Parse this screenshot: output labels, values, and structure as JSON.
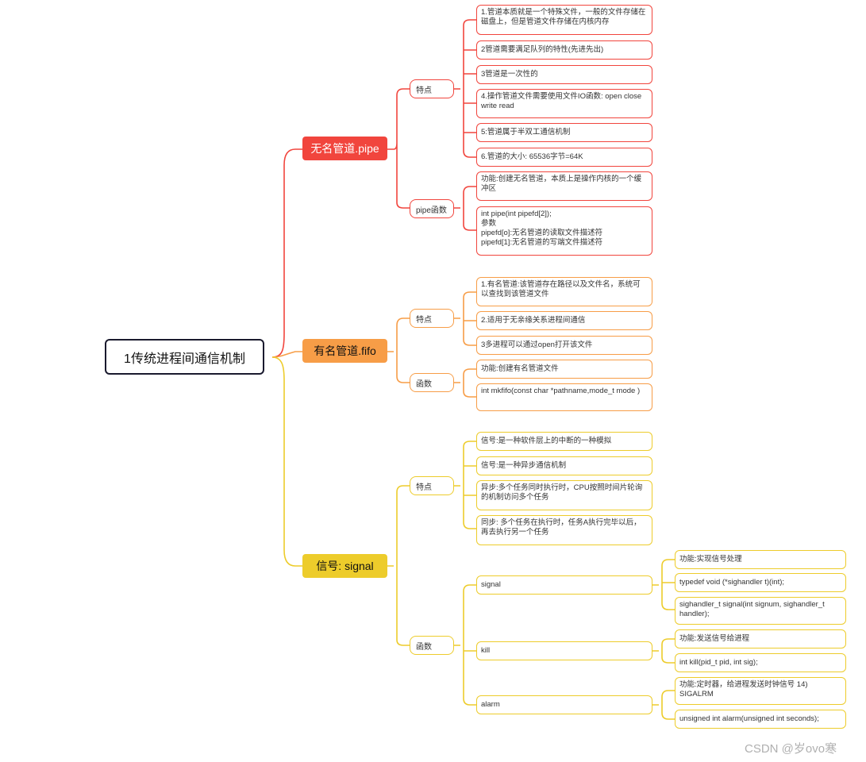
{
  "root": {
    "label": "1传统进程间通信机制"
  },
  "branches": {
    "pipe": {
      "label": "无名管道.pipe",
      "traits": {
        "label": "特点",
        "items": [
          "1.管道本质就是一个特殊文件，一般的文件存储在磁盘上，但是管道文件存储在内核内存",
          "2管道需要满足队列的特性(先进先出)",
          "3管道是一次性的",
          "4.操作管道文件需要使用文件IO函数: open close write read",
          "5:管道属于半双工通信机制",
          "6.管道的大小: 65536字节=64K"
        ]
      },
      "func": {
        "label": "pipe函数",
        "items": [
          "功能:创建无名管道，本质上是操作内核的一个缓冲区",
          "int pipe(int pipefd[2]);\n参数\npipefd[o]:无名管道的读取文件描述符\npipefd[1]:无名管道的写端文件描述符"
        ]
      }
    },
    "fifo": {
      "label": "有名管道.fifo",
      "traits": {
        "label": "特点",
        "items": [
          "1.有名管道:该管道存在路径以及文件名，系统可以查找到该管道文件",
          "2.适用于无亲缘关系进程间通信",
          "3多进程可以通过open打开该文件"
        ]
      },
      "func": {
        "label": "函数",
        "items": [
          "功能:创建有名管道文件",
          "int mkfifo(const char *pathname,mode_t mode )"
        ]
      }
    },
    "signal": {
      "label": "信号: signal",
      "traits": {
        "label": "特点",
        "items": [
          "信号:是一种软件层上的中断的一种模拟",
          "信号:是一种异步通信机制",
          "异步:多个任务同时执行时，CPU按照时间片轮询的机制访问多个任务",
          "同步: 多个任务在执行时，任务A执行完毕以后，再去执行另一个任务"
        ]
      },
      "func": {
        "label": "函数",
        "subs": [
          {
            "label": "signal",
            "items": [
              "功能:实现信号处理",
              "typedef void (*sighandler t)(int);",
              "sighandler_t signal(int signum, sighandler_t handler);"
            ]
          },
          {
            "label": "kill",
            "items": [
              "功能:发送信号给进程",
              "int kill(pid_t pid, int sig);"
            ]
          },
          {
            "label": "alarm",
            "items": [
              "功能:定时器，给进程发送时钟信号 14) SIGALRM",
              "unsigned int alarm(unsigned int seconds);"
            ]
          }
        ]
      }
    }
  },
  "colors": {
    "red": "#f1453d",
    "orange": "#f79d47",
    "yellow": "#edcc2b",
    "root_border": "#1a1a2e"
  },
  "watermark": "CSDN @岁ovo寒"
}
